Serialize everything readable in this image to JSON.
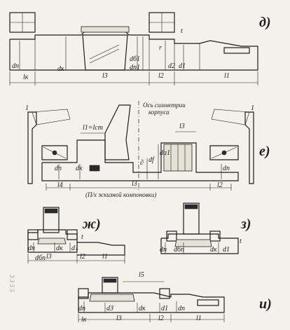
{
  "views": {
    "d": {
      "letter": "д)",
      "labels": {
        "dn": "dп",
        "lk": "lк",
        "l3": "l3",
        "dk": "dк",
        "l2": "l2",
        "l1": "l1",
        "d1": "d1",
        "d2": "d2",
        "dp1": "dп1",
        "db1": "dб1",
        "t": "t",
        "r": "r"
      }
    },
    "e": {
      "letter": "е)",
      "axis_note_line1": "Ось симметрии",
      "axis_note_line2": "корпуса",
      "labels": {
        "n1a": "1",
        "n1b": "1",
        "lstup": "l1=lст",
        "l3top": "l3",
        "dn": "dп",
        "dk": "dк",
        "l3": "l3",
        "df": "df",
        "da1": "da1",
        "delta": "∂",
        "l4": "l4",
        "l2": "l2",
        "dp": "dп"
      },
      "caption": "(П/х эскизной компоновки)"
    },
    "zh": {
      "letter": "ж)",
      "labels": {
        "dn": "dп",
        "dbp": "dбп",
        "l3": "l3",
        "dk": "dк",
        "d1": "d1",
        "l2": "l2",
        "l1": "l1",
        "t": "t"
      }
    },
    "z": {
      "letter": "з)",
      "labels": {
        "dn": "dп",
        "dbn": "dбп",
        "dk": "dк",
        "d1p": "d1",
        "t": "t"
      }
    },
    "i": {
      "letter": "и)",
      "labels": {
        "l5": "l5",
        "lk": "lк",
        "dn": "dп",
        "d3": "d3",
        "l3": "l3",
        "dk": "dк",
        "d1": "d1",
        "l2": "l2",
        "l1": "l1",
        "dp": "dп"
      }
    }
  },
  "side_note": "3 3 5 5"
}
